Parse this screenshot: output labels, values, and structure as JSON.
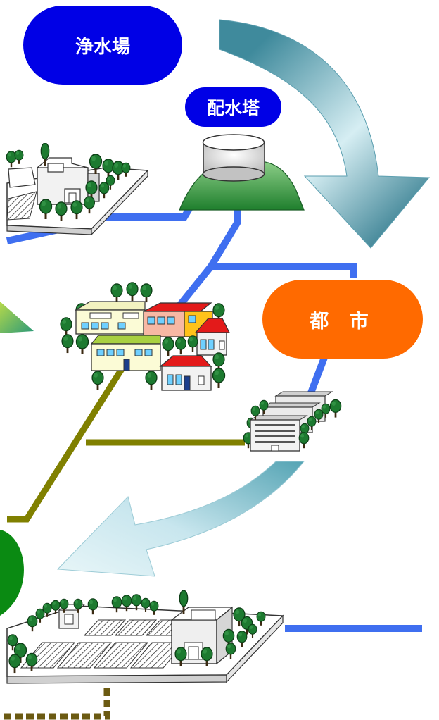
{
  "labels": {
    "water_plant": "浄水場",
    "water_tower": "配水塔",
    "city": "都 市"
  },
  "colors": {
    "water_plant_label": "#0000e6",
    "water_tower_label": "#0000e6",
    "city_label": "#ff6a00",
    "water_pipe": "#3f6ff0",
    "sewer_pipe": "#808000",
    "tree_leaves": "#1a7a2a",
    "hill": "#2e9a3c",
    "green_disc": "#0a8a12",
    "arrow_teal": "#3f8fa0"
  },
  "icons": [
    "water-plant-facility-icon",
    "water-tower-icon",
    "residential-houses-icon",
    "apartment-buildings-icon",
    "sewage-treatment-plant-icon",
    "cycle-arrow-icon"
  ]
}
